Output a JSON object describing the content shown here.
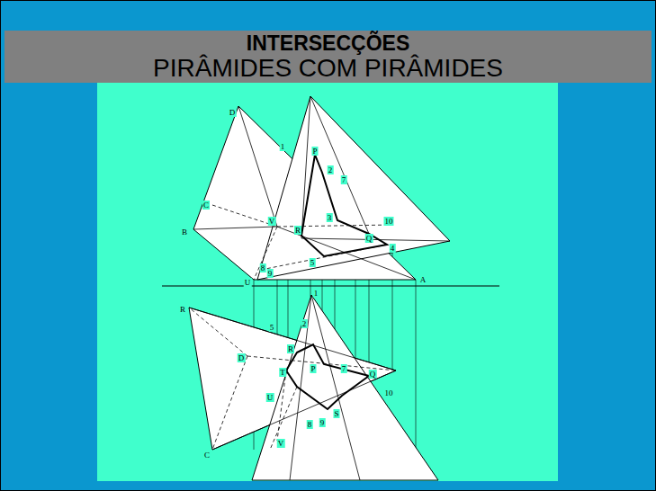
{
  "diagram": {
    "nodes": [
      {
        "text": [
          "INTERSECÇÕES",
          "PIRÂMIDES COM PIRÂMIDES"
        ]
      }
    ],
    "labels": [
      "D",
      "1",
      "P",
      "2",
      "7",
      "C",
      "V",
      "R",
      "3",
      "10",
      "Q",
      "4",
      "B",
      "5",
      "8",
      "9",
      "U",
      "A",
      "R",
      "1",
      "2",
      "5",
      "D",
      "R",
      "P",
      "7",
      "Q",
      "10",
      "T",
      "U",
      "S",
      "8",
      "9",
      "V",
      "C"
    ]
  }
}
